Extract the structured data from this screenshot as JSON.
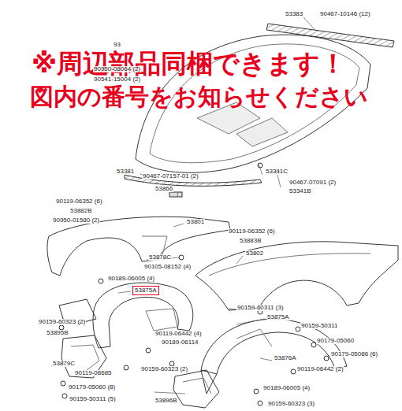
{
  "diagram": {
    "labels": [
      "※周辺部品同梱できます！",
      "図内の番号をお知らせください",
      "53383",
      "90467-10146 (12)",
      "93",
      "90950-08064 (2)",
      "90541-15004 (2)",
      "53381",
      "90467-07157-01 (2)",
      "53341C",
      "90467-07091 (2)",
      "53341B",
      "53866",
      "90119-06352 (6)",
      "53882B",
      "90950-01580 (2)",
      "53801",
      "90119-06352 (6)",
      "53883B",
      "53878C",
      "90105-08152 (4)",
      "53802",
      "90189-06005 (4)",
      "53875A",
      "90159-60323 (2)",
      "53895B",
      "90159-60311 (3)",
      "53875A",
      "90159-50311",
      "90179-05060",
      "90119-06442 (4)",
      "90189-06114",
      "53876A",
      "90179-05086 (6)",
      "53879C",
      "90119-08685",
      "90159-60323 (2)",
      "90119-06442 (2)",
      "90179-05060 (8)",
      "90189-06005 (4)",
      "53896B",
      "90159-50311 (5)",
      "90159-60323 (3)"
    ]
  }
}
